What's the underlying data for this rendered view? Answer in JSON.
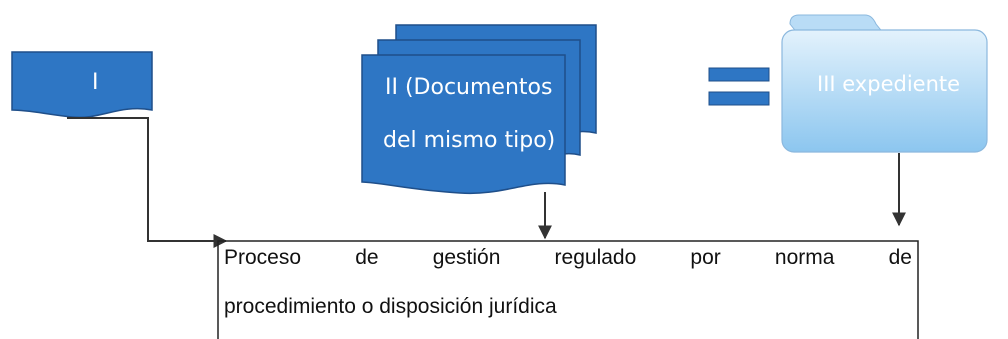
{
  "diagram": {
    "doc_single_label": "I",
    "doc_stack_label_line1": "II (Documentos",
    "doc_stack_label_line2": "del mismo tipo)",
    "folder_label": "III expediente",
    "process_box": {
      "line1_words": [
        "Proceso",
        "de",
        "gestión",
        "regulado",
        "por",
        "norma",
        "de"
      ],
      "line2": "procedimiento o disposición jurídica"
    },
    "colors": {
      "doc_blue": "#2e76c4",
      "doc_stroke": "#1f4f8a",
      "folder_top": "#d6ecfb",
      "folder_bottom": "#8cc6ef",
      "arrow": "#333333"
    }
  }
}
